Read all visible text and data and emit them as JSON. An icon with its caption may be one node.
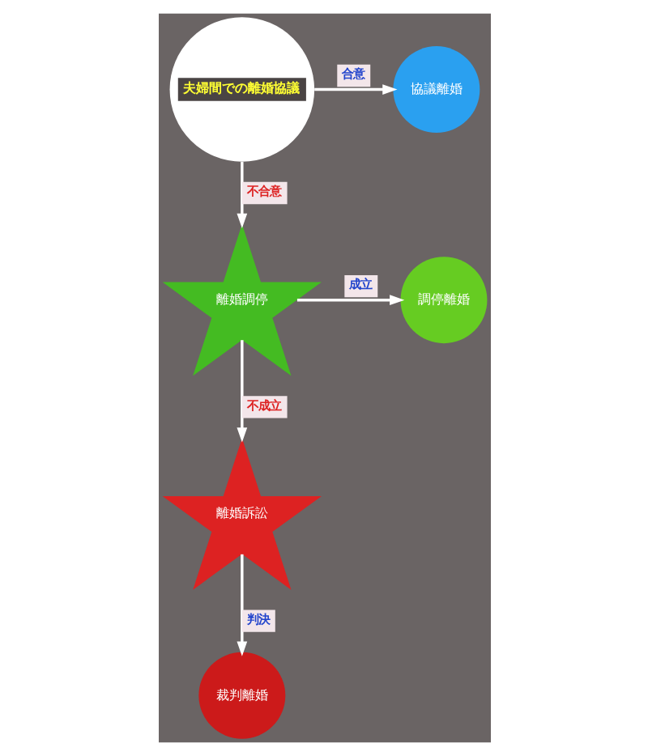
{
  "diagram": {
    "nodes": [
      {
        "text": [
          "夫婦間での離婚協議"
        ]
      },
      {
        "text": [
          "協議離婚"
        ]
      },
      {
        "text": [
          "離婚調停"
        ]
      },
      {
        "text": [
          "調停離婚"
        ]
      },
      {
        "text": [
          "離婚訴訟"
        ]
      },
      {
        "text": [
          "裁判離婚"
        ]
      }
    ],
    "edges": [
      {
        "from": 0,
        "to": 2,
        "arrow": "to",
        "label": "不合意"
      },
      {
        "from": 0,
        "to": 1,
        "arrow": "to",
        "label": "合意"
      },
      {
        "from": 2,
        "to": 4,
        "arrow": "to",
        "label": "不成立"
      },
      {
        "from": 2,
        "to": 3,
        "arrow": "to",
        "label": "成立"
      },
      {
        "from": 4,
        "to": 5,
        "arrow": "to",
        "label": "判決"
      }
    ]
  }
}
